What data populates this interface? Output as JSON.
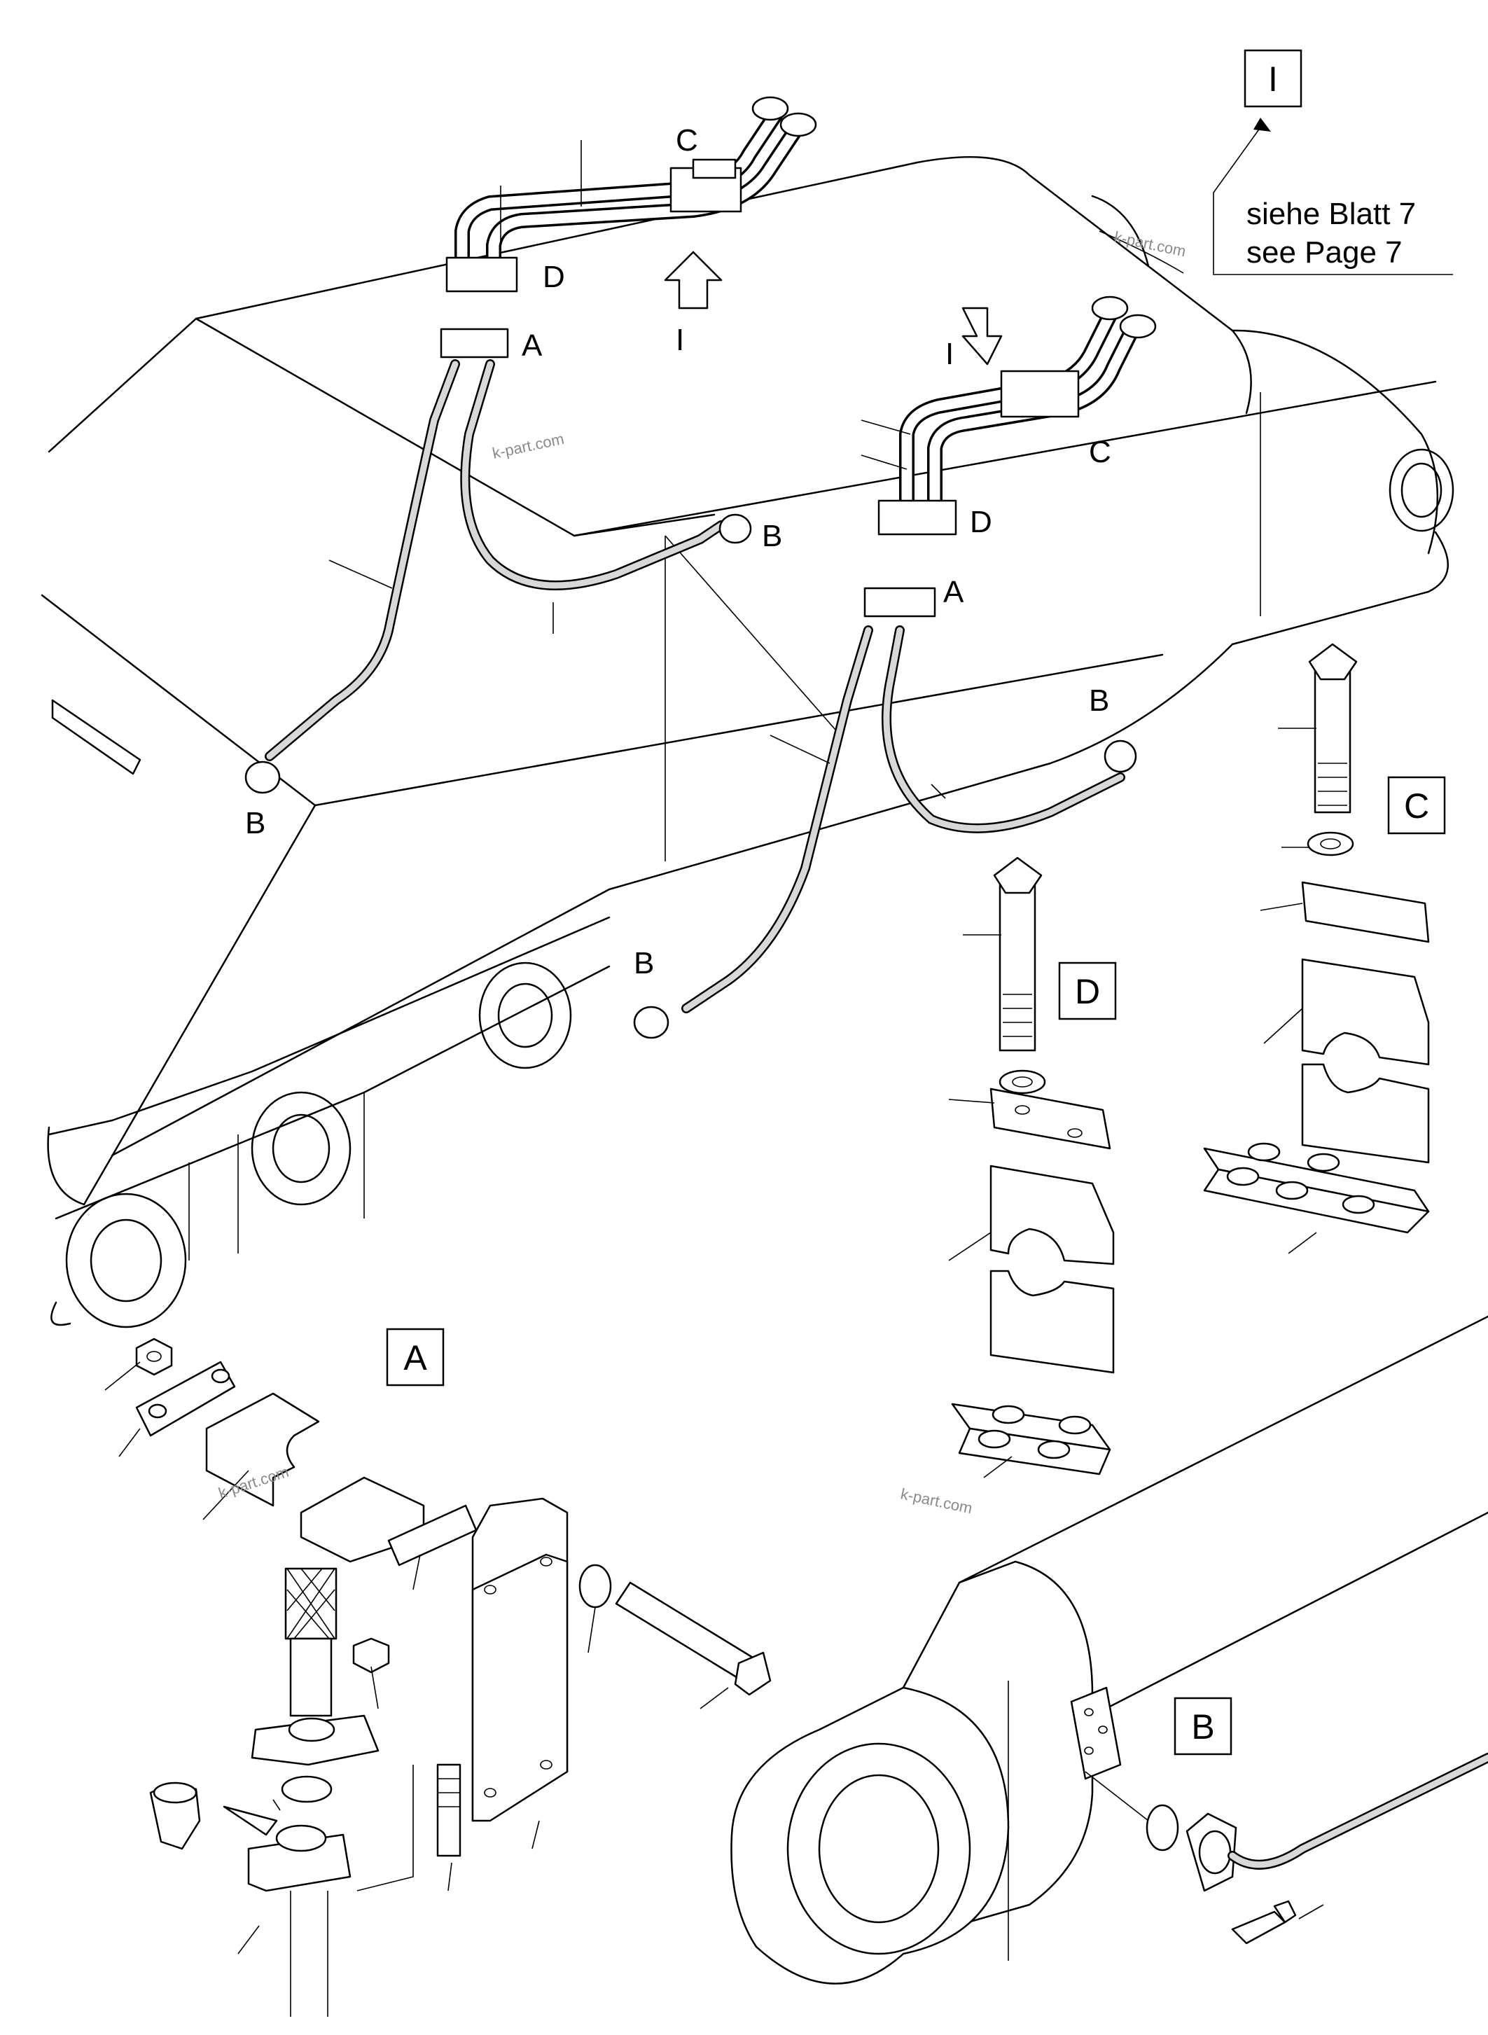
{
  "callouts": {
    "A": "A",
    "B": "B",
    "C": "C",
    "D": "D",
    "I": "I"
  },
  "note": {
    "line1": "siehe Blatt  7",
    "line2": "see    Page 7"
  },
  "watermark": "k-part.com"
}
